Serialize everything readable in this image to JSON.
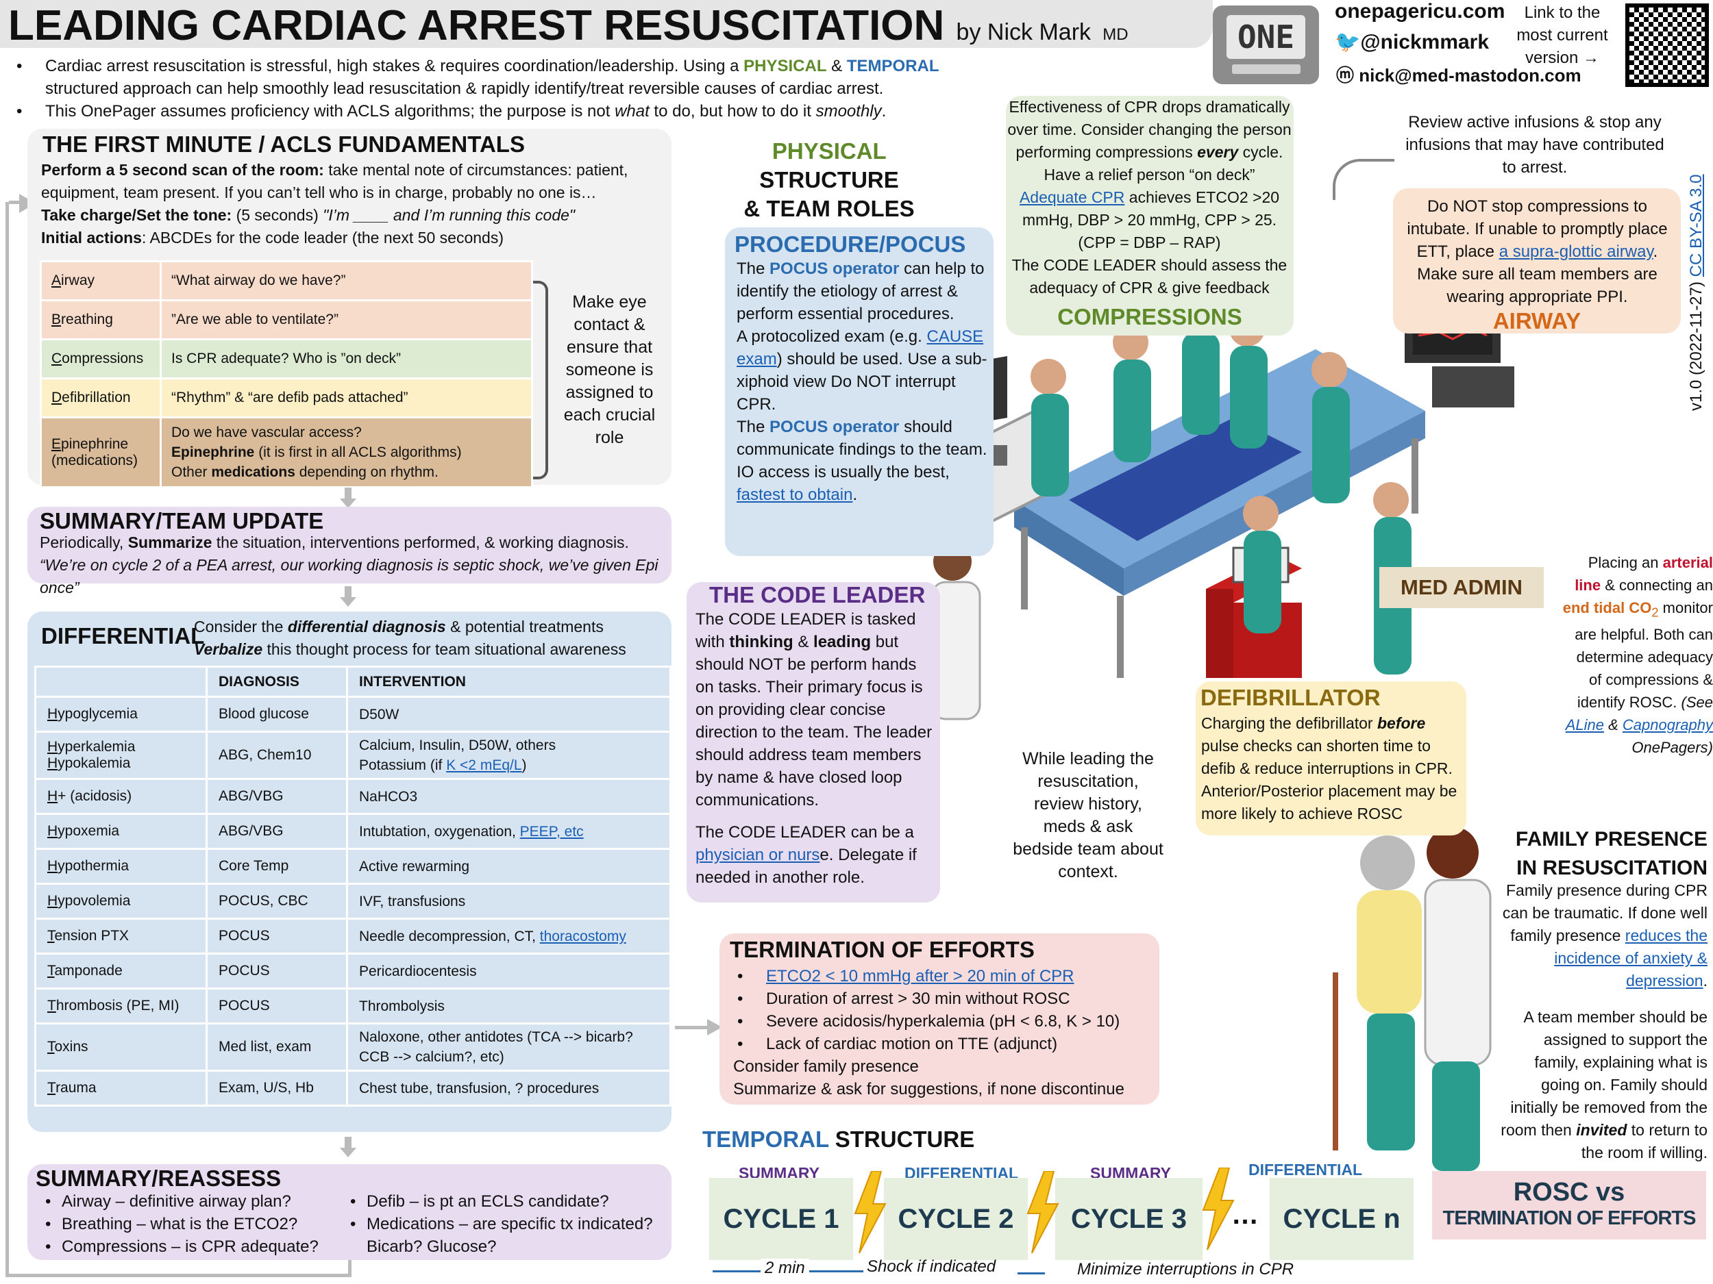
{
  "header": {
    "title": "LEADING CARDIAC ARREST RESUSCITATION",
    "byline": "by Nick Mark",
    "md": "MD",
    "logo": "ONE",
    "site": "onepagericu.com",
    "twitter": "@nickmmark",
    "mastodon": "nick@med-mastodon.com",
    "link_text": "Link to the most current version →",
    "version": "v1.0 (2022-11-27)",
    "license": "CC BY-SA 3.0"
  },
  "intro": {
    "b1_a": "Cardiac arrest resuscitation is stressful, high stakes & requires coordination/leadership. Using a ",
    "b1_physical": "PHYSICAL",
    "b1_amp": " & ",
    "b1_temporal": "TEMPORAL",
    "b1_b": " structured approach can help smoothly lead resuscitation & rapidly identify/treat reversible causes of cardiac arrest.",
    "b2_a": "This OnePager assumes proficiency with ACLS algorithms; the purpose is not ",
    "b2_what": "what",
    "b2_b": " to do, but how to do it ",
    "b2_smoothly": "smoothly",
    "b2_c": "."
  },
  "first_minute": {
    "title": "THE FIRST MINUTE / ACLS FUNDAMENTALS",
    "l1_b": "Perform a 5 second scan of the room:",
    "l1": " take mental note of circumstances: patient, equipment, team present. If you can’t tell who is in charge, probably no one is…",
    "l2_b": "Take charge/Set the tone:",
    "l2": " (5 seconds) ",
    "l2_i": "\"I’m ____ and I’m running this code\"",
    "l3_b": "Initial actions",
    "l3": ": ABCDEs for the code leader (the next 50 seconds)",
    "rows": [
      {
        "letter": "A",
        "rest": "irway",
        "prompt": "“What airway do we have?”",
        "color": "#f8dccb"
      },
      {
        "letter": "B",
        "rest": "reathing",
        "prompt": "”Are we able to ventilate?”",
        "color": "#f8dccb"
      },
      {
        "letter": "C",
        "rest": "ompressions",
        "prompt": "Is CPR adequate? Who is ”on deck”",
        "color": "#ddebd2"
      },
      {
        "letter": "D",
        "rest": "efibrillation",
        "prompt": "“Rhythm” & “are defib pads attached”",
        "color": "#fdf0c6"
      }
    ],
    "e_letter": "E",
    "e_rest": "pinephrine (medications)",
    "e_p1": "Do we have vascular access?",
    "e_p2_b": "Epinephrine",
    "e_p2": " (it is first in all ACLS algorithms)",
    "e_p3_a": "Other ",
    "e_p3_b": "medications",
    "e_p3_c": " depending on rhythm.",
    "e_color": "#d9bb99",
    "side_note": "Make eye contact & ensure that someone is assigned to each crucial role"
  },
  "summary_update": {
    "title": "SUMMARY/TEAM UPDATE",
    "l1_a": "Periodically, ",
    "l1_b": "Summarize",
    "l1_c": " the situation, interventions performed, & working diagnosis.",
    "l2": "“We’re on cycle 2 of a PEA arrest, our working diagnosis is septic shock, we’ve given Epi once”"
  },
  "differential": {
    "title": "DIFFERENTIAL",
    "sub1_a": "Consider the ",
    "sub1_b": "differential diagnosis",
    "sub1_c": " & potential treatments",
    "sub2_a": "Verbalize",
    "sub2_b": " this thought process for team situational awareness",
    "col_dx": "DIAGNOSIS",
    "col_int": "INTERVENTION",
    "rows": [
      {
        "c": "Hypoglycemia",
        "d": "Blood glucose",
        "i": "D50W",
        "link": ""
      },
      {
        "c": "Hyperkalemia\nHypokalemia",
        "d": "ABG, Chem10",
        "i": "Calcium, Insulin, D50W, others\nPotassium (if ",
        "link": "K <2 mEq/L",
        "after": ")"
      },
      {
        "c": "H+ (acidosis)",
        "d": "ABG/VBG",
        "i": "NaHCO3",
        "link": ""
      },
      {
        "c": "Hypoxemia",
        "d": "ABG/VBG",
        "i": "Intubtation, oxygenation, ",
        "link": "PEEP, etc"
      },
      {
        "c": "Hypothermia",
        "d": "Core Temp",
        "i": "Active rewarming",
        "link": ""
      },
      {
        "c": "Hypovolemia",
        "d": "POCUS, CBC",
        "i": "IVF, transfusions",
        "link": ""
      },
      {
        "c": "Tension PTX",
        "d": "POCUS",
        "i": "Needle decompression, CT, ",
        "link": "thoracostomy"
      },
      {
        "c": "Tamponade",
        "d": "POCUS",
        "i": "Pericardiocentesis",
        "link": ""
      },
      {
        "c": "Thrombosis (PE, MI)",
        "d": "POCUS",
        "i": "Thrombolysis",
        "link": ""
      },
      {
        "c": "Toxins",
        "d": "Med list, exam",
        "i": "Naloxone, other antidotes (TCA --> bicarb?\nCCB --> calcium?, etc)",
        "link": ""
      },
      {
        "c": "Trauma",
        "d": "Exam, U/S, Hb",
        "i": "Chest tube, transfusion, ? procedures",
        "link": ""
      }
    ]
  },
  "summary_reassess": {
    "title": "SUMMARY/REASSESS",
    "left": [
      "Airway – definitive airway plan?",
      "Breathing – what is the ETCO2?",
      "Compressions – is CPR adequate?"
    ],
    "right": [
      "Defib – is pt an ECLS candidate?",
      "Medications – are specific tx indicated? Bicarb? Glucose?"
    ]
  },
  "physical": {
    "t1": "PHYSICAL",
    "t2": " STRUCTURE",
    "t3": "& TEAM ROLES"
  },
  "procedure": {
    "title": "PROCEDURE/POCUS",
    "p1_a": "The ",
    "p1_b": "POCUS operator",
    "p1_c": " can help to identify the etiology of arrest & perform essential procedures.",
    "p2_a": "A protocolized exam (e.g. ",
    "p2_link": "CAUSE exam",
    "p2_b": ") should be used. Use a sub-xiphoid view Do NOT interrupt CPR.",
    "p3_a": "The ",
    "p3_b": "POCUS operator",
    "p3_c": " should communicate findings to the team.",
    "p4_a": "IO access is usually the best, ",
    "p4_link": "fastest to obtain",
    "p4_b": "."
  },
  "code_leader": {
    "title": "THE CODE LEADER",
    "p1_a": "The CODE LEADER is tasked with ",
    "p1_b": "thinking",
    "p1_c": " & ",
    "p1_d": "leading",
    "p1_e": " but should NOT be perform hands on tasks. Their primary focus is on providing clear concise direction to the team. The leader should address team members by name & have closed loop communications.",
    "p2_a": "The CODE LEADER can be a ",
    "p2_link": "physician or nurs",
    "p2_b": "e. Delegate if needed in another role."
  },
  "compressions": {
    "p1_a": "Effectiveness of CPR drops dramatically over time. Consider changing the person performing compressions ",
    "p1_b": "every",
    "p1_c": " cycle. Have a relief person “on deck”",
    "p2_link": "Adequate CPR",
    "p2": " achieves ETCO2 >20 mmHg, DBP > 20 mmHg, CPP > 25. (CPP = DBP – RAP)",
    "p3": "The CODE LEADER should assess the adequacy of CPR & give feedback",
    "title": "COMPRESSIONS"
  },
  "infusions": "Review active infusions & stop any infusions that may have contributed to arrest.",
  "airway": {
    "p1_a": "Do NOT stop compressions to intubate. If unable to promptly place ETT, place ",
    "p1_link": "a supra-glottic airway",
    "p1_b": ". Make sure all team members are wearing appropriate PPI.",
    "title": "AIRWAY"
  },
  "med_admin": "MED ADMIN",
  "arterial": {
    "a": "Placing an ",
    "b": "arterial line",
    "c": " & connecting an ",
    "d": "end tidal CO",
    "sub": "2",
    "e": " monitor are helpful. Both can determine adequacy of compressions & identify ROSC.",
    "f": "(See ",
    "link1": "ALine",
    "g": " & ",
    "link2": "Capnography",
    "h": " OnePagers)"
  },
  "defib": {
    "title": "DEFIBRILLATOR",
    "p_a": "Charging the  defibrillator ",
    "p_b": "before",
    "p_c": " pulse  checks can shorten time to defib & reduce interruptions in CPR. Anterior/Posterior placement may be more likely to achieve ROSC"
  },
  "while_leading": "While leading the resuscitation, review history, meds & ask bedside team about context.",
  "family": {
    "title": "FAMILY PRESENCE IN RESUSCITATION",
    "p1": "Family presence during CPR can be traumatic. If done well family presence ",
    "p1_link": "reduces the incidence of anxiety & depression",
    "p1_b": ".",
    "p2_a": "A team member should be assigned to support the family, explaining what is going on. Family should initially be removed from the room then ",
    "p2_b": "invited",
    "p2_c": " to return to the room if willing."
  },
  "termination": {
    "title": "TERMINATION OF EFFORTS",
    "item1_link": "ETCO2 < 10 mmHg after > 20 min of CPR",
    "items": [
      "Duration of arrest > 30 min without ROSC",
      "Severe acidosis/hyperkalemia (pH < 6.8, K > 10)",
      "Lack of cardiac motion on TTE (adjunct)"
    ],
    "l1": "Consider family presence",
    "l2": "Summarize & ask for suggestions, if none discontinue"
  },
  "temporal": {
    "t1": "TEMPORAL",
    "t2": " STRUCTURE",
    "labels": [
      "SUMMARY",
      "DIFFERENTIAL",
      "SUMMARY",
      "DIFFERENTIAL"
    ],
    "cycles": [
      "CYCLE 1",
      "CYCLE 2",
      "CYCLE 3",
      "CYCLE n"
    ],
    "ellipsis": "…",
    "rosc1": "ROSC vs",
    "rosc2": "TERMINATION OF EFFORTS",
    "t_2min": "2 min",
    "t_shock": "Shock if indicated",
    "t_min": "Minimize interruptions in CPR"
  },
  "colors": {
    "grey": "#f2f2f2",
    "purple": "#e8dcf0",
    "blue": "#d6e4f2",
    "green": "#e6efdd",
    "peach": "#fbe3d2",
    "yellow": "#fdf0c6",
    "pink": "#f8dcdc",
    "accent_green": "#5f8a2a",
    "accent_blue": "#2b6cb0",
    "accent_purple": "#5a2d86",
    "accent_orange": "#d4681a",
    "accent_red": "#c0112e"
  }
}
